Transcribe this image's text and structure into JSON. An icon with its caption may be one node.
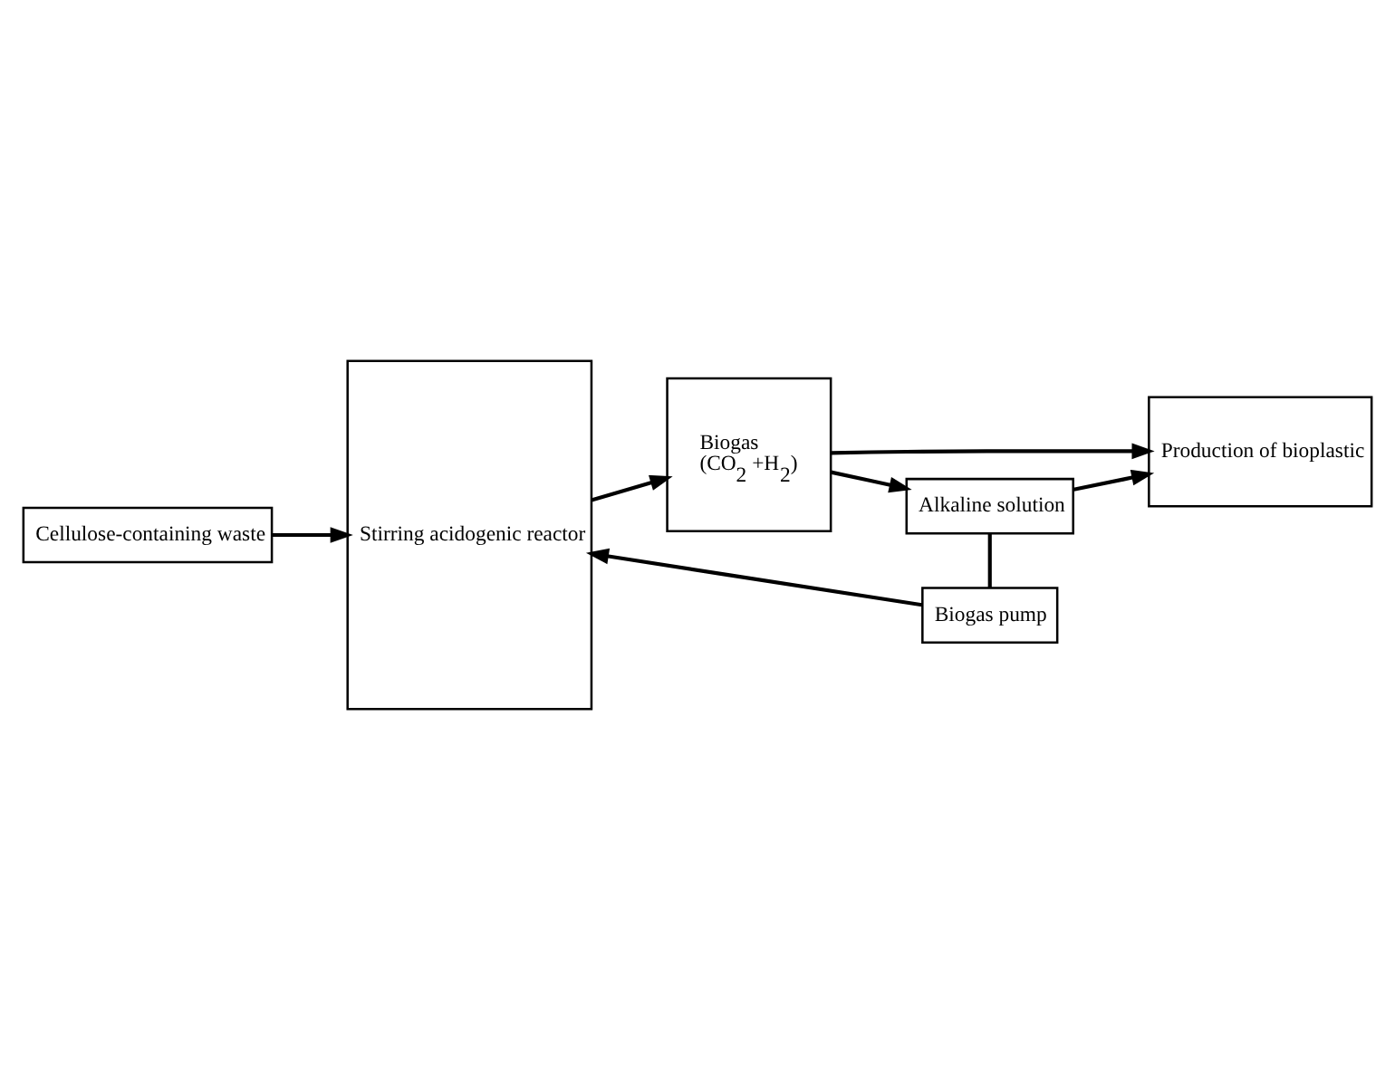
{
  "diagram": {
    "nodes": [
      {
        "text": [
          "Cellulose-containing waste"
        ]
      },
      {
        "text": [
          "Stirring acidogenic reactor"
        ]
      },
      {
        "text": [
          "Biogas",
          "(CO$_{2}$ +H$_{2}$)"
        ]
      },
      {
        "text": [
          "Alkaline solution"
        ]
      },
      {
        "text": [
          "Biogas pump"
        ]
      },
      {
        "text": [
          "Production of bioplastic"
        ]
      }
    ],
    "edges": [
      {
        "from": 0,
        "to": 1,
        "arrow": "to"
      },
      {
        "from": 1,
        "to": 2,
        "arrow": "to"
      },
      {
        "from": 2,
        "to": 3,
        "arrow": "to"
      },
      {
        "from": 2,
        "to": 5,
        "arrow": "to"
      },
      {
        "from": 3,
        "to": 5,
        "arrow": "to"
      },
      {
        "from": 3,
        "to": 4,
        "arrow": "none"
      },
      {
        "from": 4,
        "to": 1,
        "arrow": "to"
      }
    ]
  }
}
